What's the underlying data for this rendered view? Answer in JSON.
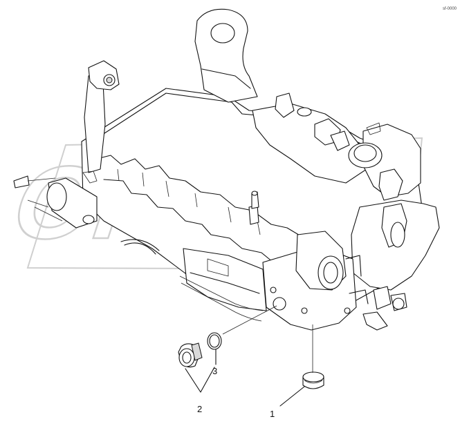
{
  "corner_code": "sf-0000",
  "watermark": "OPEX",
  "callouts": [
    {
      "label": "1",
      "part": "plug"
    },
    {
      "label": "2",
      "part": "screw-plug"
    },
    {
      "label": "3",
      "part": "o-ring"
    }
  ]
}
